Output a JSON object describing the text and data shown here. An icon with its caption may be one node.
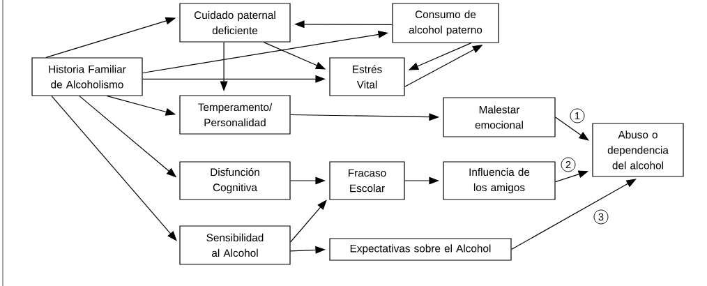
{
  "diagram": {
    "nodes": [
      {
        "text": [
          "Historia Familiar de Alcoholismo"
        ]
      },
      {
        "text": [
          "Cuidado paternal deficiente"
        ]
      },
      {
        "text": [
          "Consumo de alcohol paterno"
        ]
      },
      {
        "text": [
          "Estrés Vital"
        ]
      },
      {
        "text": [
          "Temperamento/ Personalidad"
        ]
      },
      {
        "text": [
          "Malestar emocional"
        ]
      },
      {
        "text": [
          "Abuso o dependencia del alcohol"
        ]
      },
      {
        "text": [
          "Disfunción Cognitiva"
        ]
      },
      {
        "text": [
          "Fracaso Escolar"
        ]
      },
      {
        "text": [
          "Influencia de los amigos"
        ]
      },
      {
        "text": [
          "Sensibilidad al Alcohol"
        ]
      },
      {
        "text": [
          "Expectativas sobre el Alcohol"
        ]
      }
    ],
    "edges": [
      {
        "from": 0,
        "to": 1,
        "arrow": "to"
      },
      {
        "from": 0,
        "to": 2,
        "arrow": "to"
      },
      {
        "from": 0,
        "to": 3,
        "arrow": "to"
      },
      {
        "from": 0,
        "to": 4,
        "arrow": "to"
      },
      {
        "from": 0,
        "to": 7,
        "arrow": "to"
      },
      {
        "from": 0,
        "to": 10,
        "arrow": "to"
      },
      {
        "from": 2,
        "to": 1,
        "arrow": "to"
      },
      {
        "from": 1,
        "to": 4,
        "arrow": "to"
      },
      {
        "from": 1,
        "to": 3,
        "arrow": "to"
      },
      {
        "from": 2,
        "to": 3,
        "arrow": "to"
      },
      {
        "from": 3,
        "to": 2,
        "arrow": "to"
      },
      {
        "from": 4,
        "to": 5,
        "arrow": "to"
      },
      {
        "from": 5,
        "to": 6,
        "arrow": "to",
        "label": "1"
      },
      {
        "from": 7,
        "to": 8,
        "arrow": "to"
      },
      {
        "from": 8,
        "to": 9,
        "arrow": "to"
      },
      {
        "from": 9,
        "to": 6,
        "arrow": "to",
        "label": "2"
      },
      {
        "from": 10,
        "to": 8,
        "arrow": "to"
      },
      {
        "from": 10,
        "to": 11,
        "arrow": "to"
      },
      {
        "from": 11,
        "to": 6,
        "arrow": "to",
        "label": "3"
      }
    ]
  }
}
